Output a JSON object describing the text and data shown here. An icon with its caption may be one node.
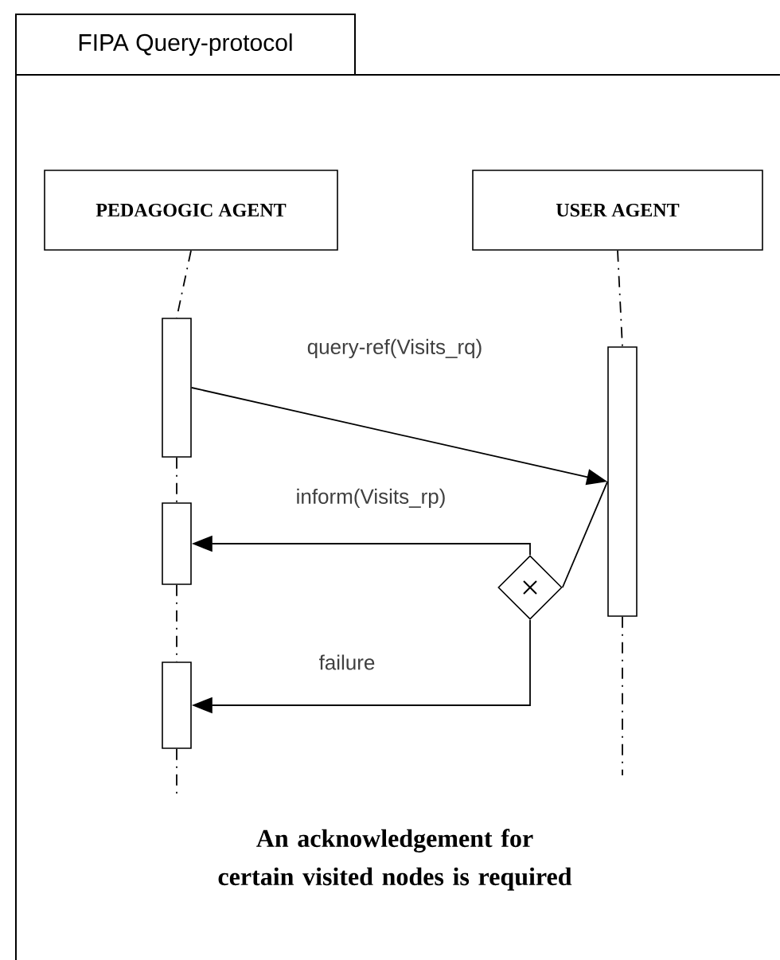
{
  "diagram": {
    "caption": "An acknowledgement for certain visited nodes is required",
    "nodes": [
      {
        "text": [
          "FIPA Query-protocol"
        ]
      },
      {
        "text": [
          "PEDAGOGIC AGENT"
        ],
        "in": 0
      },
      {
        "text": [
          "USER AGENT"
        ],
        "in": 0
      },
      {
        "text": [],
        "shape": "bar",
        "in": 0
      },
      {
        "text": [],
        "shape": "bar",
        "in": 0
      },
      {
        "text": [],
        "shape": "bar",
        "in": 0
      },
      {
        "text": [],
        "shape": "diamond",
        "in": 0
      },
      {
        "text": [],
        "shape": "bar",
        "in": 0
      }
    ],
    "edges": [
      {
        "from": 1,
        "to": 3,
        "arrow": "none",
        "style": "dashed"
      },
      {
        "from": 3,
        "to": 5,
        "arrow": "none",
        "style": "dashed"
      },
      {
        "from": 5,
        "to": 7,
        "arrow": "none",
        "style": "dashed"
      },
      {
        "from": 7,
        "to": null,
        "arrow": "none",
        "style": "dashed"
      },
      {
        "from": 2,
        "to": 4,
        "arrow": "none",
        "style": "dashed"
      },
      {
        "from": 4,
        "to": null,
        "arrow": "none",
        "style": "dashed"
      },
      {
        "from": 3,
        "to": 4,
        "arrow": "to",
        "label": "query-ref(Visits_rq)"
      },
      {
        "from": 4,
        "to": 6,
        "arrow": "none"
      },
      {
        "from": 6,
        "to": 5,
        "arrow": "to",
        "label": "inform(Visits_rp)"
      },
      {
        "from": 6,
        "to": 7,
        "arrow": "to",
        "label": "failure"
      }
    ]
  }
}
